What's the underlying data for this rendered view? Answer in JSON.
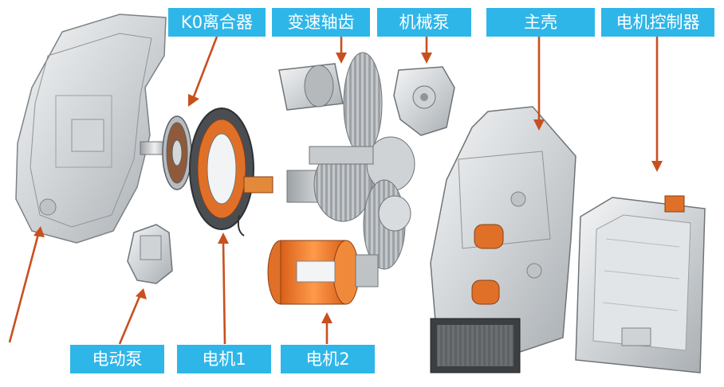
{
  "labels": {
    "k0_clutch": "K0离合器",
    "gears": "变速轴齿",
    "mech_pump": "机械泵",
    "housing": "主壳",
    "controller": "电机控制器",
    "e_pump": "电动泵",
    "motor1": "电机1",
    "motor2": "电机2"
  },
  "colors": {
    "label_bg": "#2fb6e8",
    "label_text": "#ffffff",
    "arrow": "#c8501e",
    "copper": "#f07a2a",
    "metal_light": "#e6e8ea",
    "metal_dark": "#8c9196"
  }
}
